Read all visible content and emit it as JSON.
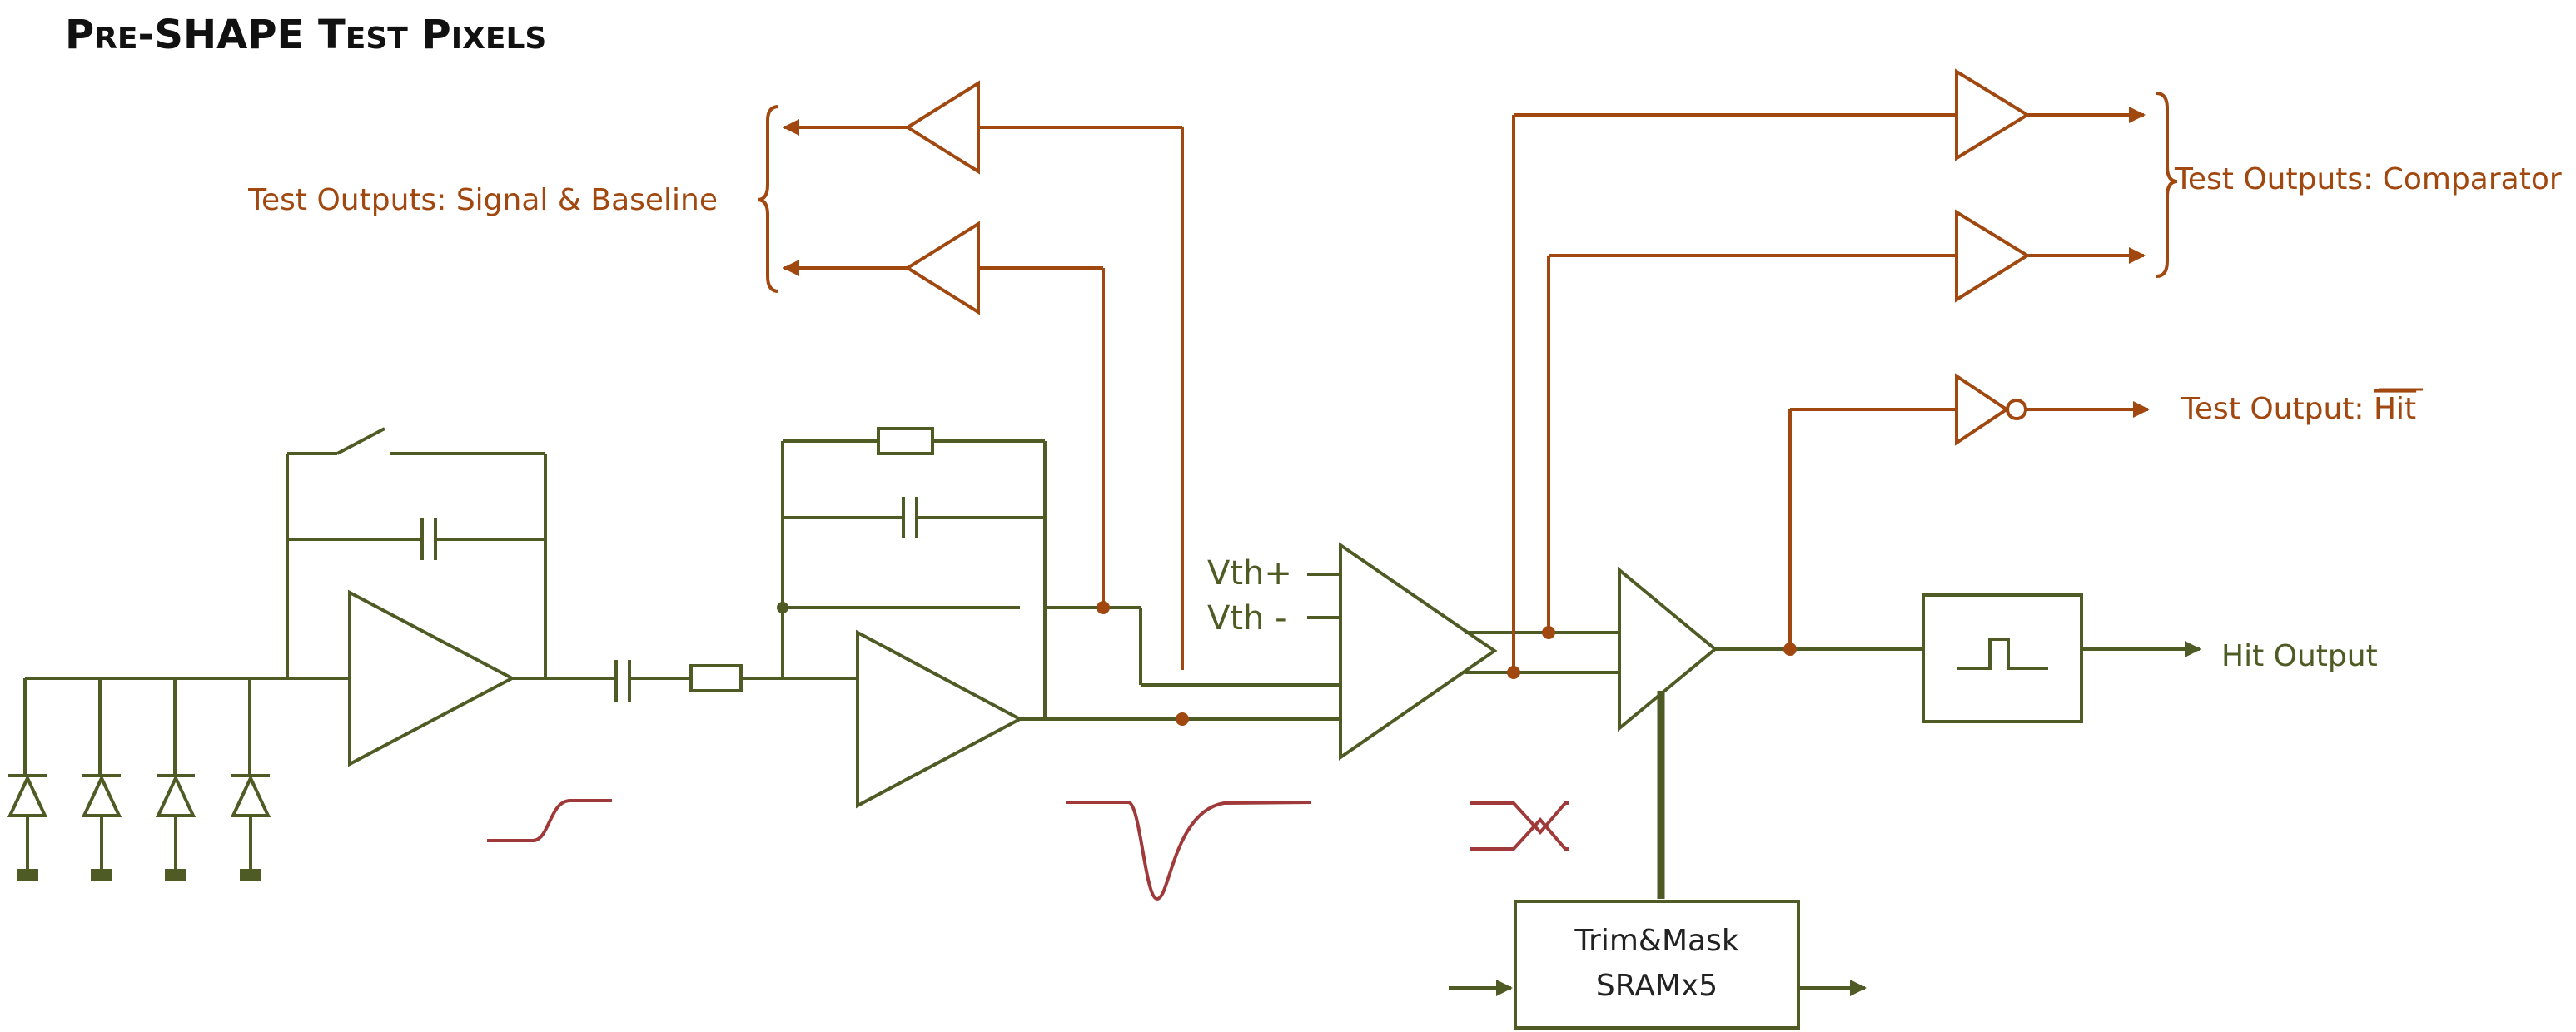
{
  "title": {
    "part1": "P",
    "part2": "RE",
    "part3": "-SHAPE T",
    "part4": "EST",
    "part5": " P",
    "part6": "IXELS"
  },
  "labels": {
    "signal_baseline": "Test Outputs: Signal & Baseline",
    "comparator": "Test Outputs: Comparator",
    "hit_prefix": "Test Output: ",
    "hit_bar": "Hit",
    "hit_output": "Hit Output",
    "vth_plus": "Vth+",
    "vth_minus": "Vth -",
    "trim_line1": "Trim&Mask",
    "trim_line2": "SRAMx5"
  },
  "colors": {
    "olive": "#4f5b24",
    "brown": "#a0480f",
    "waveform": "#a03a3a"
  }
}
